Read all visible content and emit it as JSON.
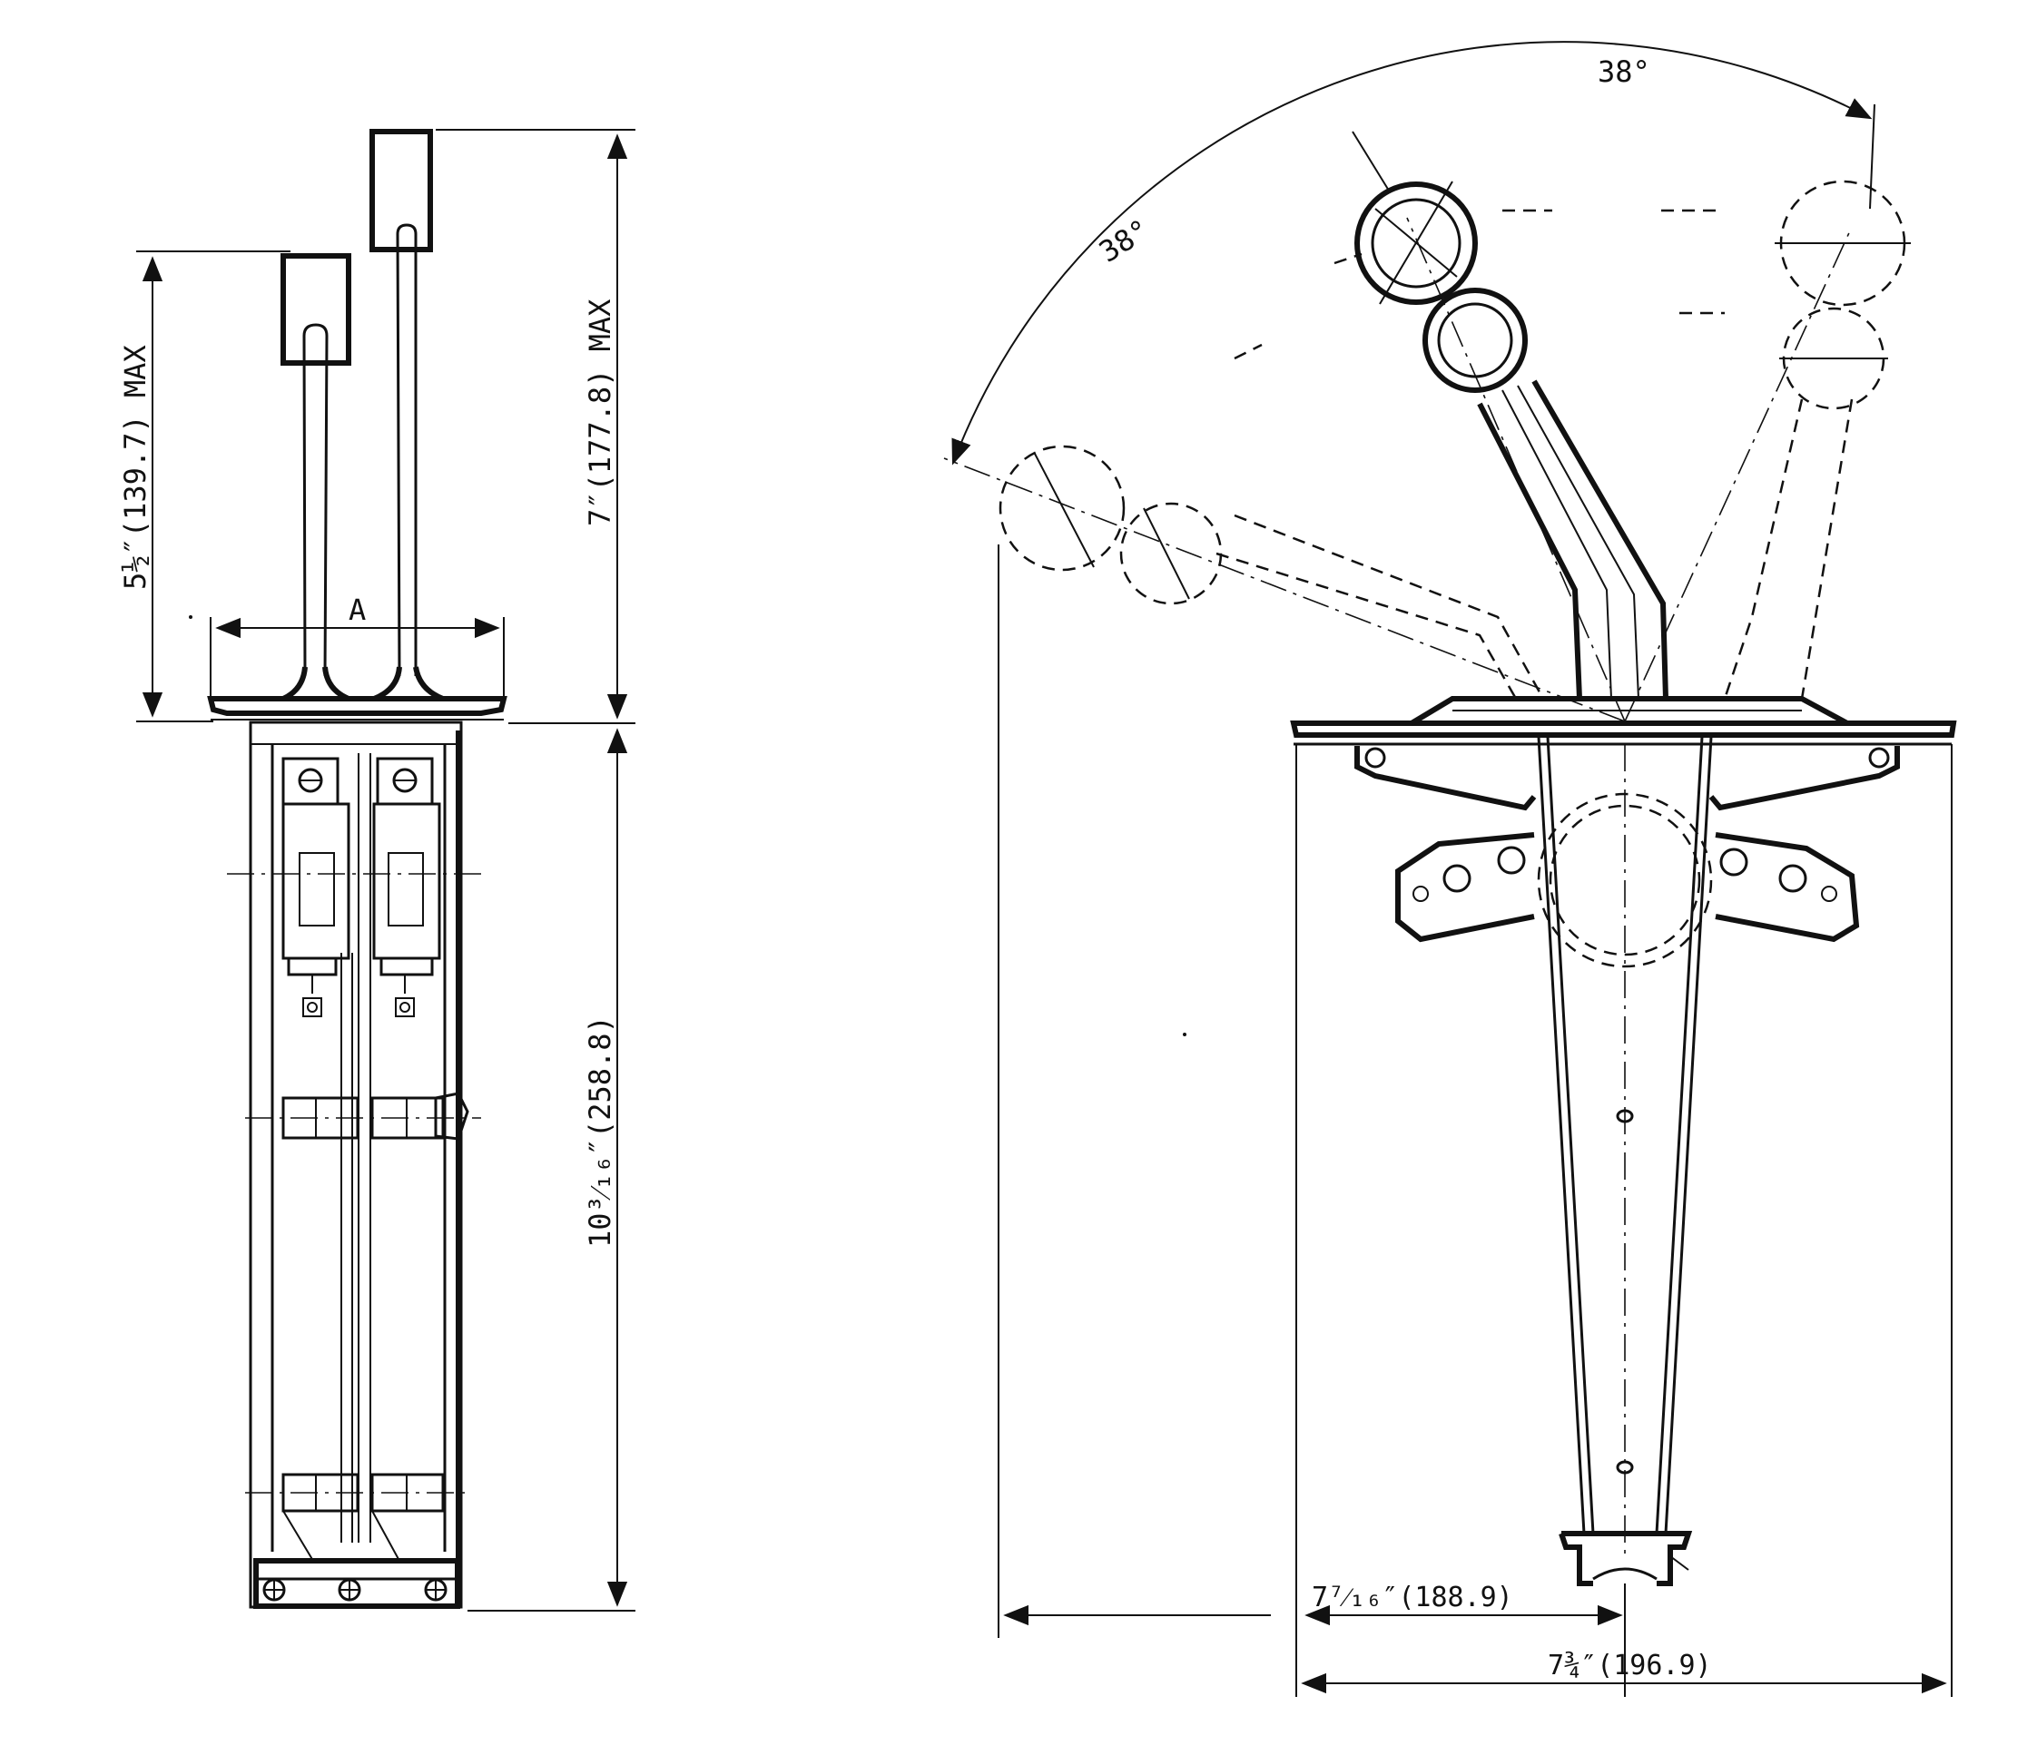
{
  "labels": {
    "dim_total_height": "7″(177.8) MAX",
    "dim_lever_height": "5½″(139.7) MAX",
    "dim_body_height": "10³⁄₁₆″(258.8)",
    "dim_width_a": "A",
    "angle_left": "38°",
    "angle_right": "38°",
    "dim_base_offset": "7⁷⁄₁₆″(188.9)",
    "dim_base_width": "7¾″(196.9)"
  }
}
